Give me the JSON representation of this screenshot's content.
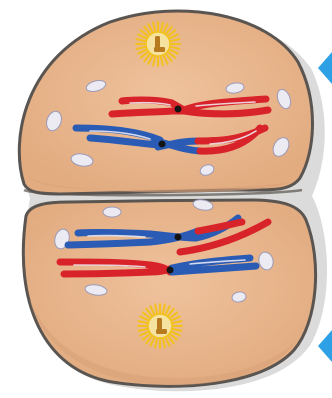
{
  "figure": {
    "kind": "cell-division-illustration",
    "cells": [
      {
        "name": "upper-cell",
        "chromosome_pairs": 2
      },
      {
        "name": "lower-cell",
        "chromosome_pairs": 2
      }
    ],
    "colors": {
      "background": "#ffffff",
      "cytoplasm": "#e9b88f",
      "cytoplasm_shade": "#d9a27a",
      "membrane": "#5a5550",
      "cast_shadow": "#bdbdbd",
      "maternal_chromatid": "#d8232a",
      "paternal_chromatid": "#2a5bb5",
      "chromatid_highlight": "#f0f0f8",
      "centromere": "#141414",
      "vesicle": "#ecebf3",
      "vesicle_edge": "#9c9ab8",
      "centrosome_ray": "#f2c21a",
      "centrosome_core": "#f6e2a0",
      "centriole": "#b87a1e",
      "edge_arrow": "#2ea0e6"
    },
    "icons": [
      "centrosome-icon",
      "centriole-icon",
      "vesicle-icon",
      "arrow-icon"
    ]
  }
}
